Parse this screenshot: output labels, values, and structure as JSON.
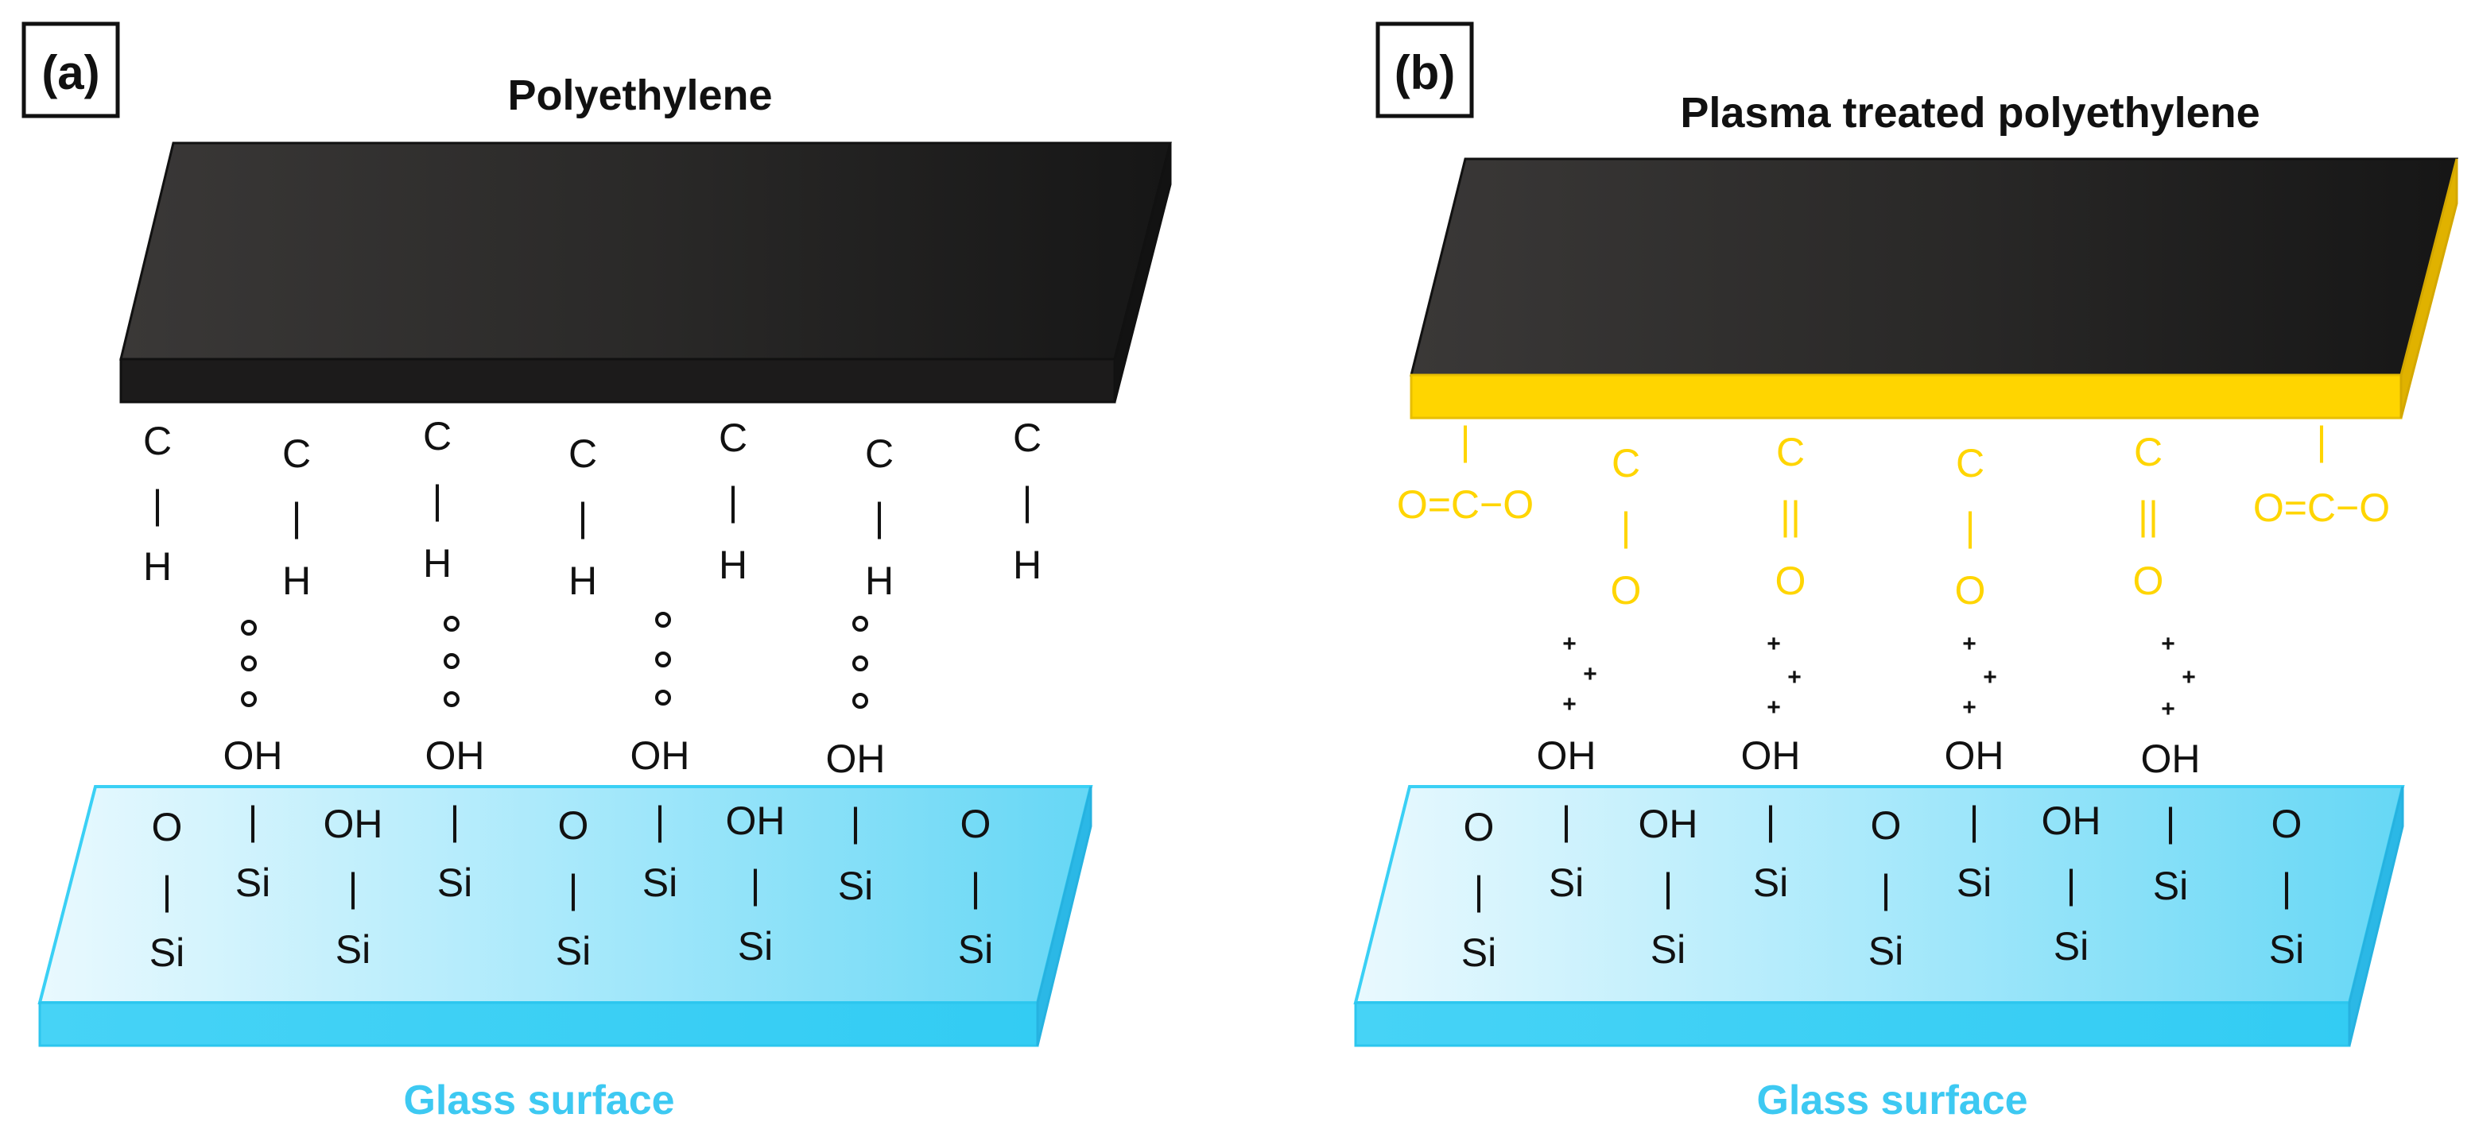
{
  "panels": [
    {
      "label": "(a)",
      "title": "Polyethylene",
      "surface_caption": "Glass surface",
      "polymer_groups": [
        {
          "top": "C",
          "bond": "|",
          "bottom": "H"
        },
        {
          "top": "C",
          "bond": "|",
          "bottom": "H"
        },
        {
          "top": "C",
          "bond": "|",
          "bottom": "H"
        },
        {
          "top": "C",
          "bond": "|",
          "bottom": "H"
        },
        {
          "top": "C",
          "bond": "|",
          "bottom": "H"
        },
        {
          "top": "C",
          "bond": "|",
          "bottom": "H"
        },
        {
          "top": "C",
          "bond": "|",
          "bottom": "H"
        }
      ],
      "interaction_symbol": "∘",
      "surface_oh": [
        "OH",
        "OH",
        "OH",
        "OH"
      ],
      "glass_groups": [
        {
          "top": "O",
          "bond": "|",
          "bottom": "Si"
        },
        {
          "top": "OH",
          "bond": "|",
          "bottom": "Si"
        },
        {
          "top": "O",
          "bond": "|",
          "bottom": "Si"
        },
        {
          "top": "OH",
          "bond": "|",
          "bottom": "Si"
        },
        {
          "top": "O",
          "bond": "|",
          "bottom": "Si"
        }
      ],
      "glass_si": [
        "Si",
        "Si",
        "Si",
        "Si"
      ]
    },
    {
      "label": "(b)",
      "title": "Plasma treated polyethylene",
      "surface_caption": "Glass surface",
      "polymer_groups": [
        {
          "top": "|",
          "bond": "",
          "bottom": "O=C−O"
        },
        {
          "top": "C",
          "bond": "|",
          "bottom": "O"
        },
        {
          "top": "C",
          "bond": "||",
          "bottom": "O"
        },
        {
          "top": "C",
          "bond": "|",
          "bottom": "O"
        },
        {
          "top": "C",
          "bond": "||",
          "bottom": "O"
        },
        {
          "top": "|",
          "bond": "",
          "bottom": "O=C−O"
        }
      ],
      "interaction_symbol": "+",
      "surface_oh": [
        "OH",
        "OH",
        "OH",
        "OH"
      ],
      "glass_groups": [
        {
          "top": "O",
          "bond": "|",
          "bottom": "Si"
        },
        {
          "top": "OH",
          "bond": "|",
          "bottom": "Si"
        },
        {
          "top": "O",
          "bond": "|",
          "bottom": "Si"
        },
        {
          "top": "OH",
          "bond": "|",
          "bottom": "Si"
        },
        {
          "top": "O",
          "bond": "|",
          "bottom": "Si"
        }
      ],
      "glass_si": [
        "Si",
        "Si",
        "Si",
        "Si"
      ]
    }
  ],
  "colors": {
    "polymer_dark": "#1c1b1b",
    "plasma_layer": "#ffd500",
    "plasma_text": "#ffd500",
    "glass_light": "#e6f8fe",
    "glass_dark": "#63d6f5",
    "glass_edge": "#3ad0f5",
    "glass_caption": "#3dc9f2",
    "text": "#111111"
  }
}
